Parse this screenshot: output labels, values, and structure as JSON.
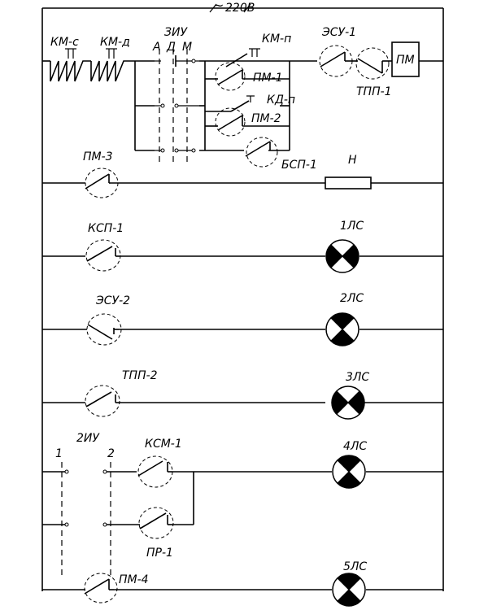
{
  "supply": {
    "voltage_label": "220В",
    "ac_symbol": "~"
  },
  "keys": {
    "km_s": "КМ-с",
    "km_d": "КМ-д",
    "km_p": "КМ-п",
    "kd_p": "КД-п",
    "pm_1": "ПМ-1",
    "pm_2": "ПМ-2",
    "pm_3": "ПМ-3",
    "pm_4": "ПМ-4",
    "bsp_1": "БСП-1",
    "esu_1": "ЭСУ-1",
    "esu_2": "ЭСУ-2",
    "tpp_1": "ТПП-1",
    "tpp_2": "ТПП-2",
    "ksp_1": "КСП-1",
    "ksm_1": "КСМ-1",
    "pr_1": "ПР-1"
  },
  "switch_3iu": {
    "title": "ЗИУ",
    "positions": [
      "А",
      "Д",
      "М"
    ]
  },
  "switch_2iu": {
    "title": "2ИУ",
    "positions": [
      "1",
      "2"
    ]
  },
  "coil_label": "ПМ",
  "heater_label": "Н",
  "lamps": [
    "1ЛС",
    "2ЛС",
    "3ЛС",
    "4ЛС",
    "5ЛС"
  ]
}
